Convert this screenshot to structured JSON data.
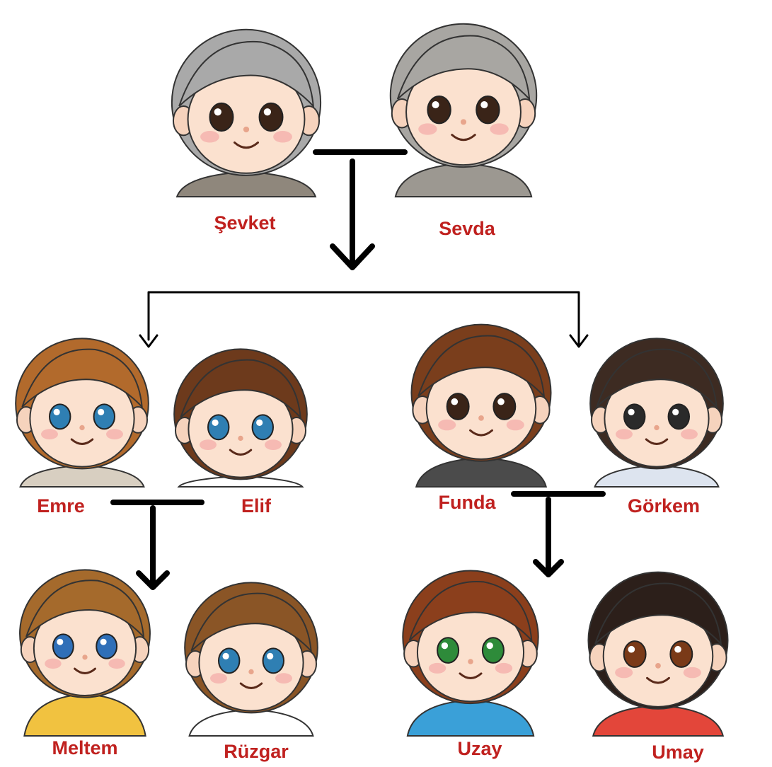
{
  "colors": {
    "name_text": "#c0211f",
    "lines": "#000000",
    "gray_hair": "#9b9b9b",
    "brown_hair": "#8a4f22",
    "dark_hair": "#3a2a20"
  },
  "people": {
    "sevket": {
      "name": "Şevket",
      "hair": "#a9a9a9",
      "top": "#8f877c",
      "eye": "#3a2418"
    },
    "sevda": {
      "name": "Sevda",
      "hair": "#a8a6a2",
      "top": "#9c9891",
      "eye": "#3a2418"
    },
    "emre": {
      "name": "Emre",
      "hair": "#b26a2c",
      "top": "#d8cfc1",
      "eye": "#2f7fb3"
    },
    "elif": {
      "name": "Elif",
      "hair": "#6d3a1c",
      "top": "#ffffff",
      "eye": "#2f7fb3"
    },
    "funda": {
      "name": "Funda",
      "hair": "#7a3e1c",
      "top": "#4b4b4b",
      "eye": "#3a2418"
    },
    "gorkem": {
      "name": "Görkem",
      "hair": "#3d2b22",
      "top": "#dde4ef",
      "eye": "#2a2a2a"
    },
    "meltem": {
      "name": "Meltem",
      "hair": "#a56a2c",
      "top": "#f1c240",
      "eye": "#2f6fb8"
    },
    "ruzgar": {
      "name": "Rüzgar",
      "hair": "#8a5526",
      "top": "#ffffff",
      "eye": "#2f7fb3"
    },
    "uzay": {
      "name": "Uzay",
      "hair": "#8b3f1c",
      "top": "#3aa0d8",
      "eye": "#2e8b3a"
    },
    "umay": {
      "name": "Umay",
      "hair": "#2c1f1a",
      "top": "#e3463a",
      "eye": "#7a3a18"
    }
  }
}
